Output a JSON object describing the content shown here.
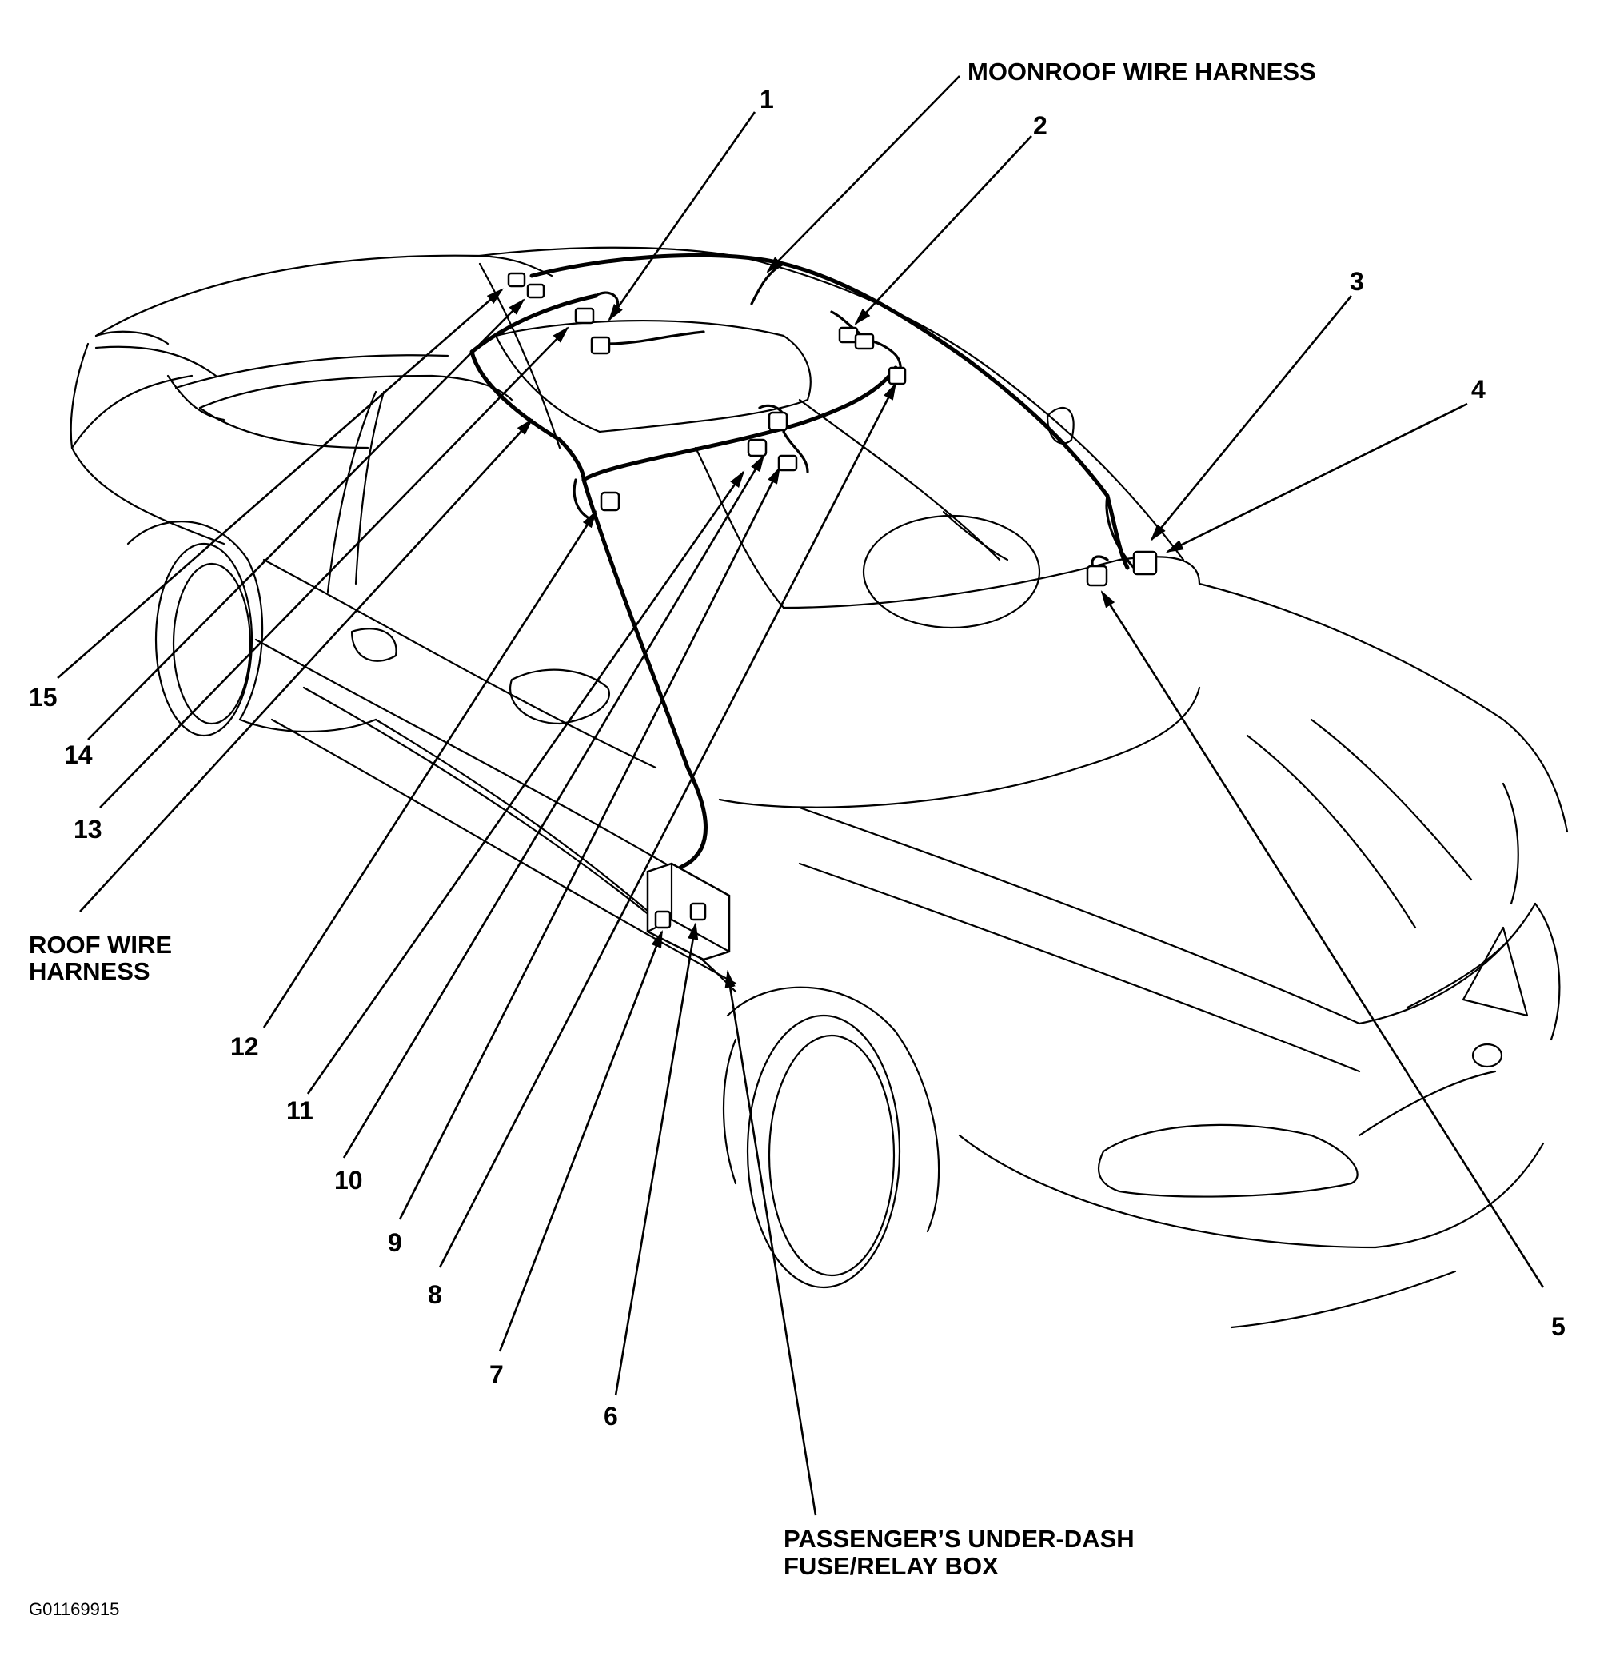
{
  "figure_id": "G01169915",
  "harness_labels": {
    "moonroof": "MOONROOF WIRE HARNESS",
    "roof_line1": "ROOF WIRE",
    "roof_line2": "HARNESS",
    "fuse_box_line1": "PASSENGER’S UNDER-DASH",
    "fuse_box_line2": "FUSE/RELAY BOX"
  },
  "callouts": [
    "1",
    "2",
    "3",
    "4",
    "5",
    "6",
    "7",
    "8",
    "9",
    "10",
    "11",
    "12",
    "13",
    "14",
    "15"
  ]
}
